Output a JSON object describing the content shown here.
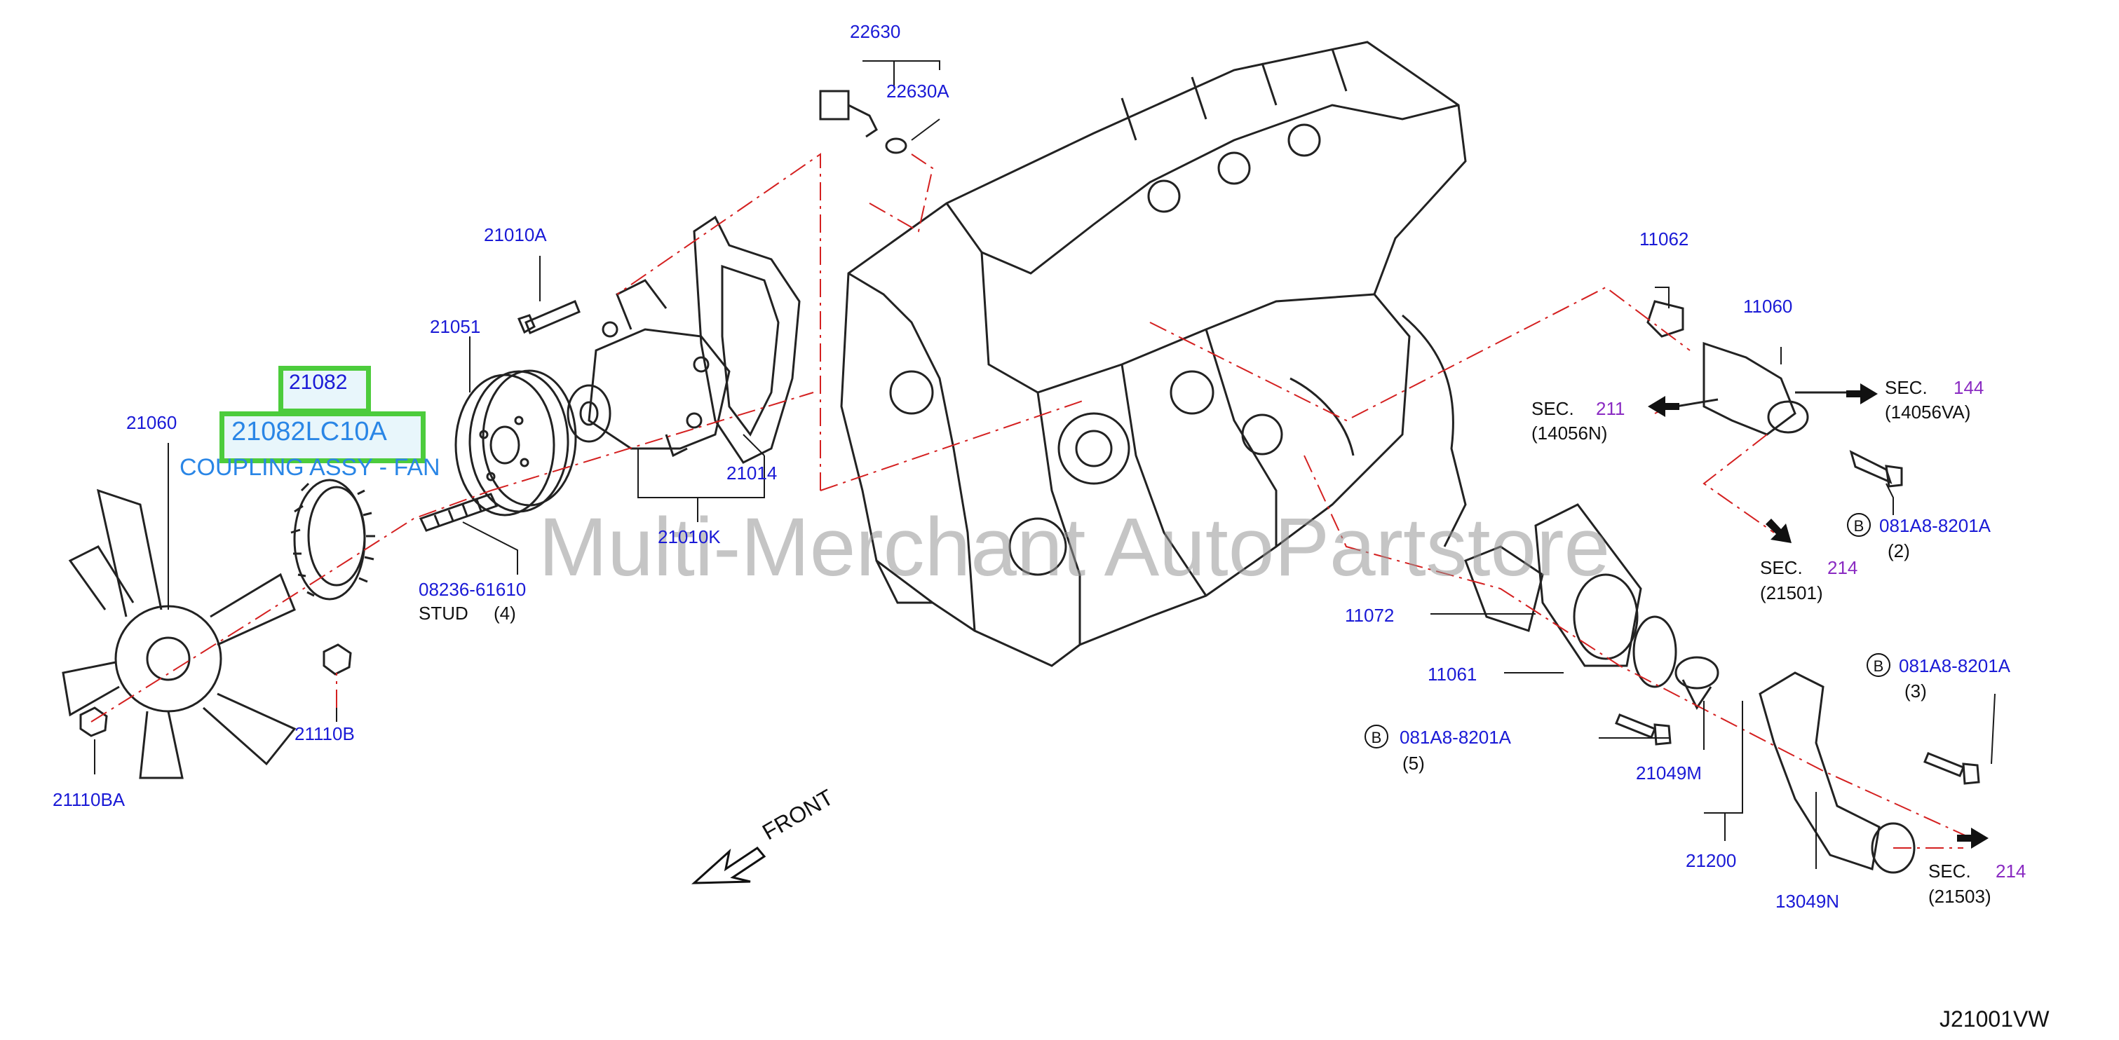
{
  "diagram": {
    "highlight": {
      "part_number": "21082",
      "replacement_number": "21082LC10A",
      "description": "COUPLING ASSY - FAN"
    },
    "watermark": "Multi-Merchant AutoPartstore",
    "figure_code": "J21001VW",
    "direction_label": "FRONT",
    "labels": {
      "p22630": "22630",
      "p22630A": "22630A",
      "p21010A": "21010A",
      "p21051": "21051",
      "p21060": "21060",
      "p21014": "21014",
      "p21010K": "21010K",
      "p08236": "08236-61610",
      "stud": "STUD",
      "stud_qty": "(4)",
      "p21110B": "21110B",
      "p21110BA": "21110BA",
      "p11062": "11062",
      "p11060": "11060",
      "p11072": "11072",
      "p11061": "11061",
      "p21049M": "21049M",
      "p21200": "21200",
      "p13049N": "13049N",
      "bolt_a": "081A8-8201A",
      "bolt_a_qty": "(2)",
      "bolt_b": "081A8-8201A",
      "bolt_b_qty": "(3)",
      "bolt_c": "081A8-8201A",
      "bolt_c_qty": "(5)",
      "circle_b": "B"
    },
    "sections": {
      "sec_word": "SEC.",
      "s211": "211",
      "s211_ref": "(14056N)",
      "s144": "144",
      "s144_ref": "(14056VA)",
      "s214a": "214",
      "s214a_ref": "(21501)",
      "s214b": "214",
      "s214b_ref": "(21503)"
    },
    "colors": {
      "part_label": "#1a1ad6",
      "section_number": "#8a2bc2",
      "leader_line": "#d42020",
      "highlight_border": "#4ccc3c",
      "description": "#2a86e6"
    }
  }
}
